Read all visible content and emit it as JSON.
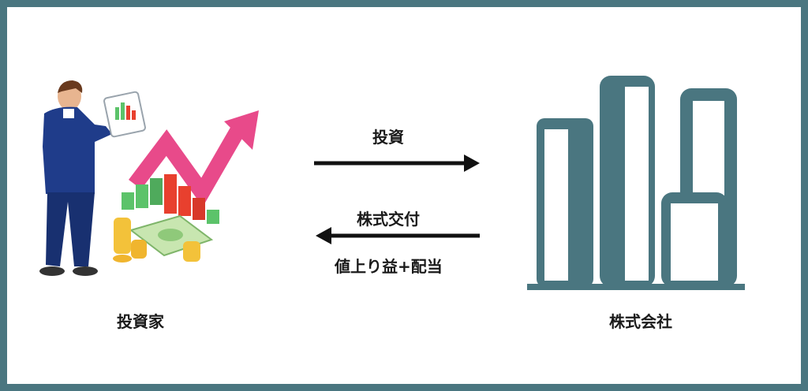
{
  "investor": {
    "label": "投資家",
    "icon": "investor-with-chart-icon"
  },
  "company": {
    "label": "株式会社",
    "icon": "office-buildings-icon"
  },
  "flows": {
    "investment": {
      "label": "投資",
      "direction": "right"
    },
    "stock_issuance": {
      "label": "株式交付",
      "direction": "left"
    },
    "returns": {
      "label": "値上り益+配当"
    }
  },
  "colors": {
    "frame": "#4a7680",
    "building": "#4a7680",
    "suit": "#1f3c8a",
    "arrow_trend": "#e84a8a",
    "bar_green": "#5cc36a",
    "bar_red": "#e8402e",
    "coin": "#f3c23a"
  }
}
